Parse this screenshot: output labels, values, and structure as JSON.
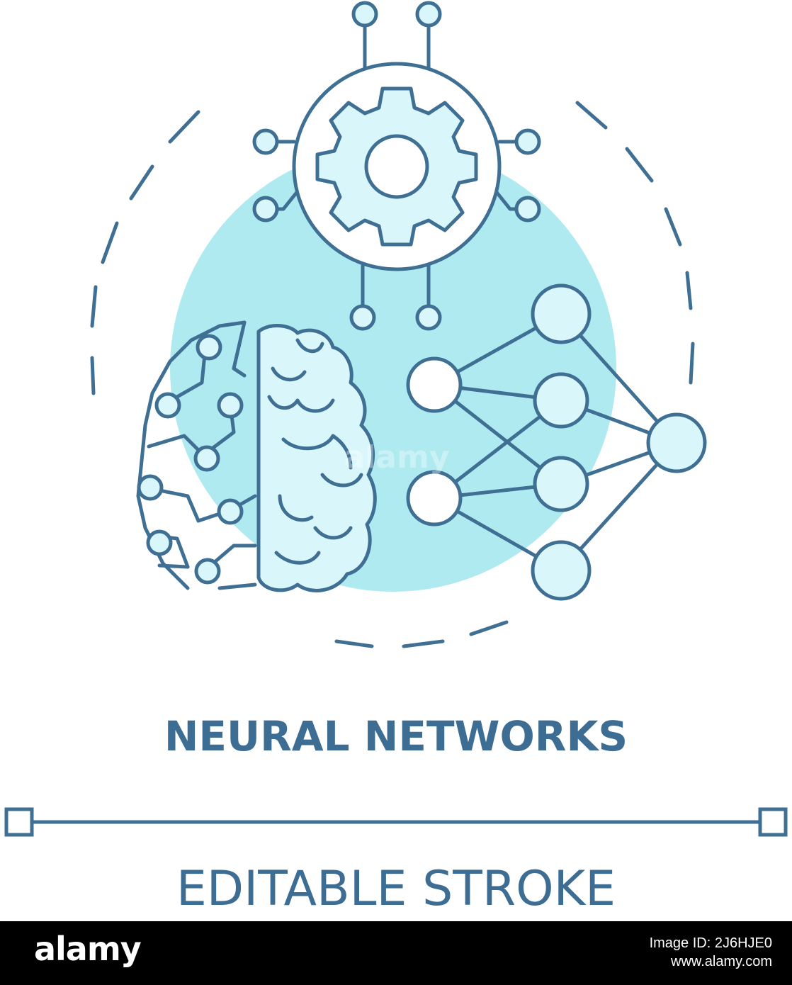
{
  "title": "NEURAL NETWORKS",
  "subtitle": "EDITABLE STROKE",
  "watermark": "alamy",
  "footer": {
    "brand": "alamy",
    "image_id": "Image ID: 2J6HJE0",
    "site": "www.alamy.com"
  },
  "colors": {
    "stroke": "#3f6f92",
    "fill": "#d9f6fb",
    "circle": "#aeeaf0",
    "text": "#3d6d93"
  },
  "icons": [
    "gear-icon",
    "brain-icon",
    "network-icon"
  ]
}
